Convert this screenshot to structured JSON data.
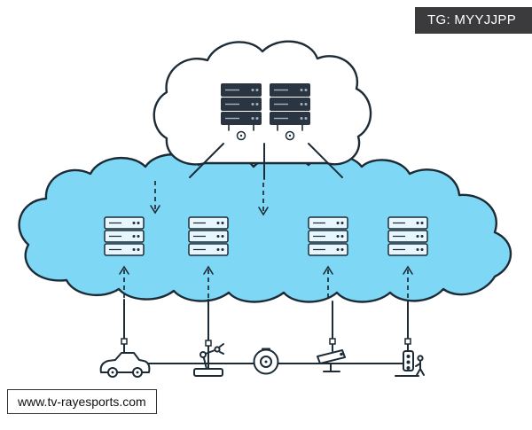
{
  "badge": {
    "label": "TG: MYYJJPP"
  },
  "watermark": {
    "label": "www.tv-rayesports.com"
  },
  "colors": {
    "background": "#ffffff",
    "outline": "#1c2b36",
    "cloud_fill": "#7ed7f5",
    "server_dark": "#2b3542",
    "server_detail": "#9fb4c7",
    "rack_fill": "#e8f7fe",
    "badge_bg": "#3b3b3d",
    "badge_text": "#ffffff",
    "watermark_text": "#111111"
  },
  "diagram": {
    "core_cloud": {
      "icon": "core-cloud-icon",
      "server_racks": 2
    },
    "edge_cloud": {
      "icon": "edge-cloud-icon",
      "server_racks": 4
    },
    "devices": [
      {
        "icon": "vehicle-icon"
      },
      {
        "icon": "robot-arm-icon"
      },
      {
        "icon": "appliance-icon"
      },
      {
        "icon": "cctv-camera-icon"
      },
      {
        "icon": "traffic-light-icon"
      }
    ]
  }
}
